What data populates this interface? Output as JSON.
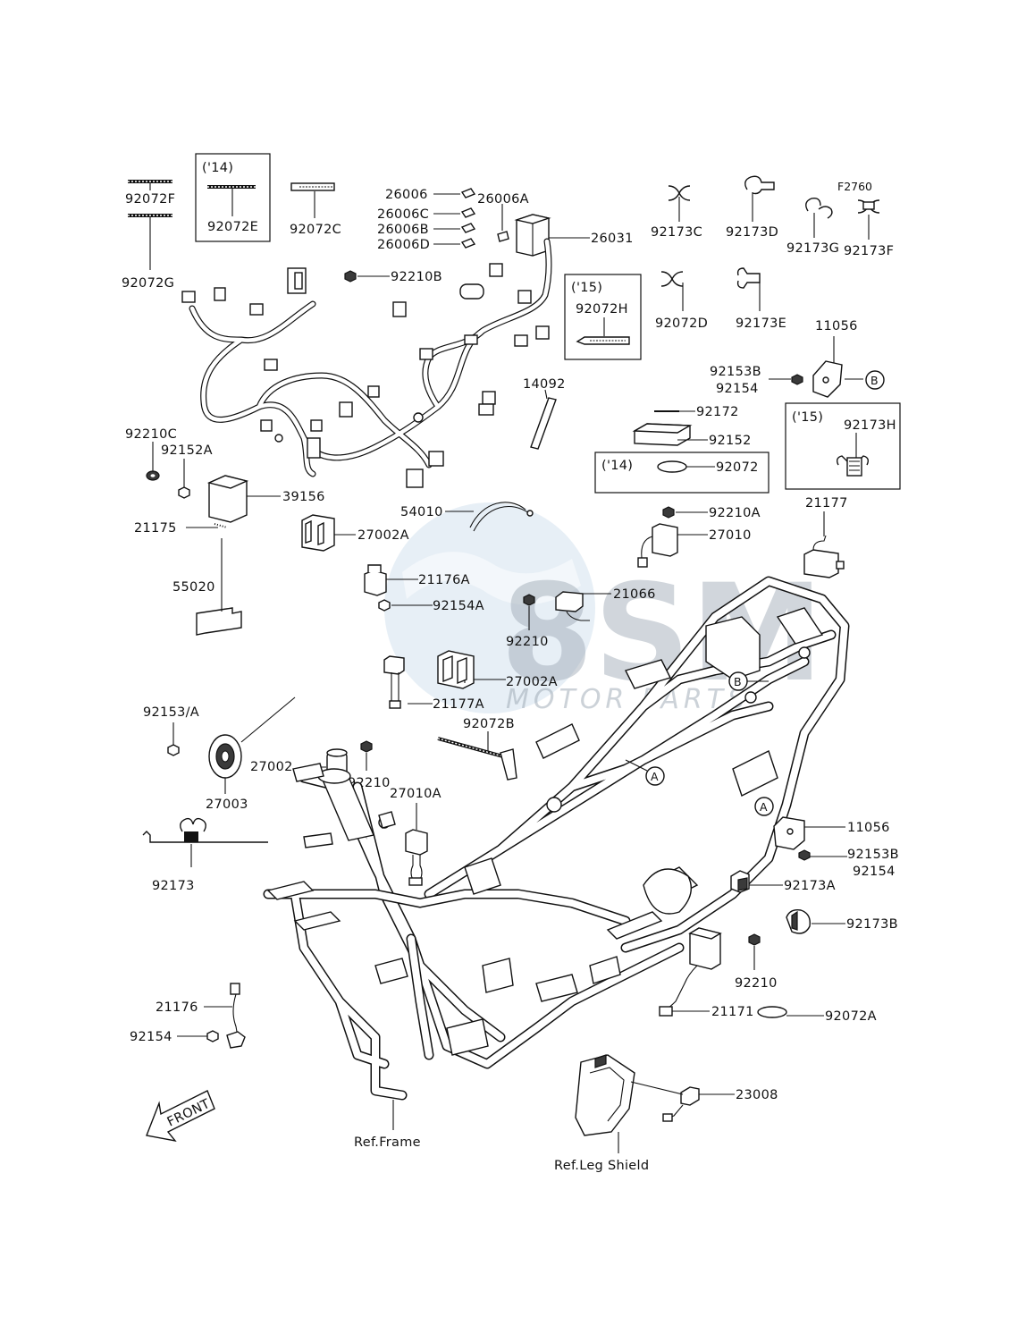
{
  "diagram_code": "F2760",
  "watermark": {
    "brand": "8SM",
    "subtitle": "MOTOR PARTS"
  },
  "year_boxes": {
    "y14_a": "('14)",
    "y14_b": "('14)",
    "y15_a": "('15)",
    "y15_b": "('15)"
  },
  "callout_letters": {
    "a": "A",
    "b": "B"
  },
  "front_arrow": "FRONT",
  "refs": {
    "frame": "Ref.Frame",
    "leg_shield": "Ref.Leg Shield"
  },
  "labels": {
    "p92072F": "92072F",
    "p92072G": "92072G",
    "p92072E": "92072E",
    "p92072C": "92072C",
    "p26006": "26006",
    "p26006A": "26006A",
    "p26006C": "26006C",
    "p26006B": "26006B",
    "p26006D": "26006D",
    "p26031": "26031",
    "p92210B": "92210B",
    "p92072H": "92072H",
    "p92173C": "92173C",
    "p92173D": "92173D",
    "p92173G": "92173G",
    "p92173F": "92173F",
    "p92072D": "92072D",
    "p92173E": "92173E",
    "p11056_top": "11056",
    "p92153B_top": "92153B",
    "p92154_top": "92154",
    "p14092": "14092",
    "p92172": "92172",
    "p92152": "92152",
    "p92072": "92072",
    "p92173H": "92173H",
    "p92210C": "92210C",
    "p92152A": "92152A",
    "p39156": "39156",
    "p21175": "21175",
    "p27002A_top": "27002A",
    "p54010": "54010",
    "p92210A": "92210A",
    "p27010": "27010",
    "p21177": "21177",
    "p55020": "55020",
    "p21176A": "21176A",
    "p92154A": "92154A",
    "p21066": "21066",
    "p92210_mid": "92210",
    "p27002A_mid": "27002A",
    "p92153A": "92153/A",
    "p27002": "27002",
    "p21177A": "21177A",
    "p92072B": "92072B",
    "p92210_low": "92210",
    "p27003": "27003",
    "p27010A": "27010A",
    "p11056_bot": "11056",
    "p92153B_bot": "92153B",
    "p92154_bot": "92154",
    "p92173": "92173",
    "p92173A": "92173A",
    "p92173B": "92173B",
    "p92210_right": "92210",
    "p21176": "21176",
    "p21171": "21171",
    "p92072A": "92072A",
    "p92154_left": "92154",
    "p23008": "23008"
  }
}
